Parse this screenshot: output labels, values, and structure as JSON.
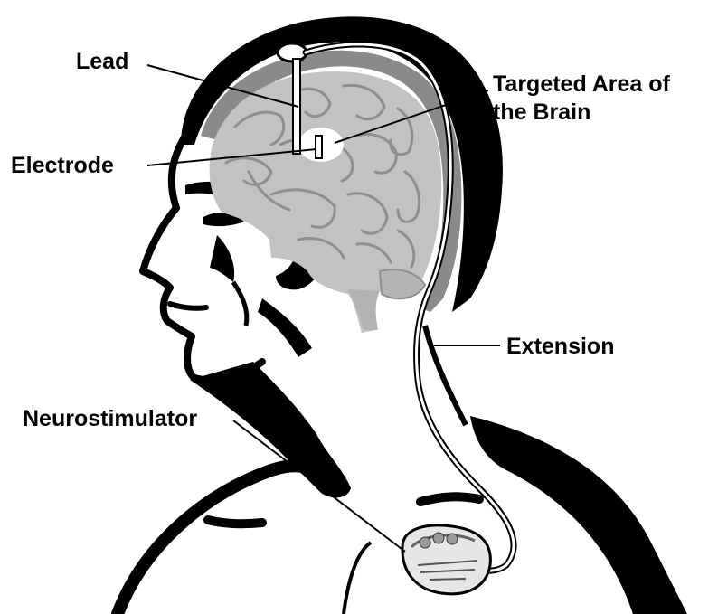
{
  "labels": {
    "lead": "Lead",
    "targeted_line1": "Targeted Area of",
    "targeted_line2": "the Brain",
    "electrode": "Electrode",
    "extension": "Extension",
    "neurostimulator": "Neurostimulator"
  },
  "colors": {
    "outline": "#000000",
    "brain": "#c2c2c2",
    "brain_folds": "#8f8f8f",
    "skull_band": "#8a8a8a",
    "background": "#ffffff",
    "device": "#e6e6e6"
  }
}
